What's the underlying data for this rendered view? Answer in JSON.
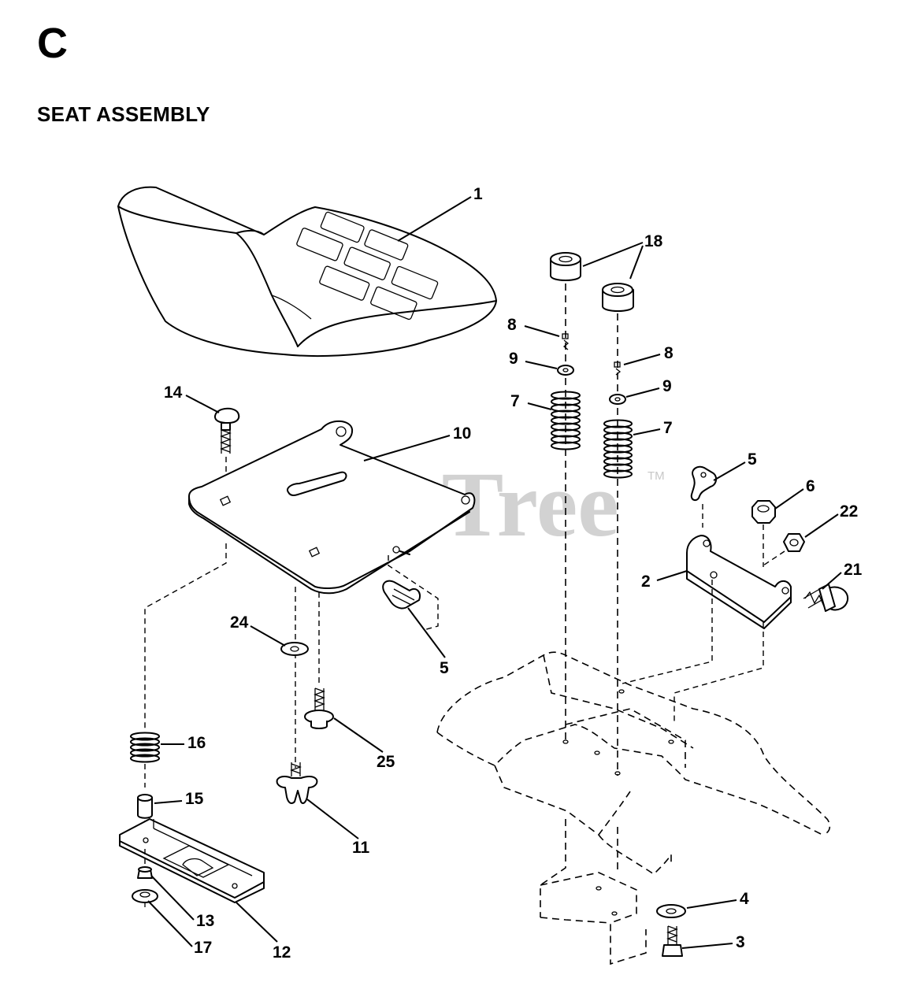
{
  "header": {
    "section_letter": "C",
    "title": "SEAT ASSEMBLY"
  },
  "watermark": {
    "text": "PartsTree",
    "trademark": "TM"
  },
  "callouts": {
    "c1": "1",
    "c18": "18",
    "c8a": "8",
    "c9a": "9",
    "c8b": "8",
    "c9b": "9",
    "c7a": "7",
    "c7b": "7",
    "c14": "14",
    "c10": "10",
    "c5a": "5",
    "c6": "6",
    "c22": "22",
    "c2": "2",
    "c21": "21",
    "c24": "24",
    "c5b": "5",
    "c16": "16",
    "c25": "25",
    "c15": "15",
    "c11": "11",
    "c13": "13",
    "c4": "4",
    "c3": "3",
    "c17": "17",
    "c12": "12"
  }
}
